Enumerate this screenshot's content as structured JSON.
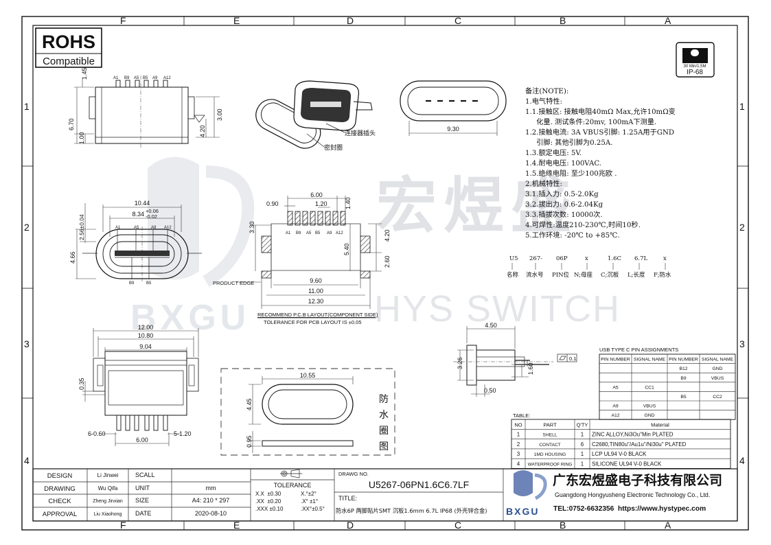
{
  "zones": {
    "cols": [
      "F",
      "E",
      "D",
      "C",
      "B",
      "A"
    ],
    "rows": [
      "1",
      "2",
      "3",
      "4"
    ]
  },
  "rohs": {
    "line1": "ROHS",
    "line2": "Compatible"
  },
  "ip_badge": {
    "top": "30 Min/1.5M",
    "bottom": "IP-68"
  },
  "watermark": {
    "cn": "宏煜盛",
    "en": "HYS SWITCH",
    "logo": "BXGU"
  },
  "top_view": {
    "pins": [
      "A1",
      "B9",
      "A5",
      "B5",
      "A9",
      "A12"
    ],
    "dims": {
      "d1_45": "1.45",
      "d6_70": "6.70",
      "d1_00": "1.00",
      "d3_00": "3.00",
      "d4_20": "4.20"
    }
  },
  "iso_view": {
    "label_connector": "连接器插头",
    "label_seal": "密封圈"
  },
  "end_view": {
    "width": "9.30"
  },
  "front_view": {
    "dims": {
      "w10_44": "10.44",
      "w8_34": "8.34",
      "tol_up": "+0.06",
      "tol_dn": "-0.02",
      "h2_56": "2.56±0.04",
      "h4_66": "4.66"
    },
    "pins_top": [
      "A1",
      "A5",
      "A9",
      "A12"
    ],
    "pins_bottom": [
      "B9",
      "B5"
    ]
  },
  "pcb_layout": {
    "dims": {
      "d6_00": "6.00",
      "d0_90": "0.90",
      "d1_20": "1.20",
      "d1_40": "1.40",
      "d3_30": "3.30",
      "d4_20": "4.20",
      "d5_40": "5.40",
      "d2_60": "2.60",
      "d9_60": "9.60",
      "d11_00": "11.00",
      "d12_30": "12.30"
    },
    "pins": [
      "A1",
      "B9",
      "A5",
      "B5",
      "A9",
      "A12"
    ],
    "product_edge": "PRODUCT EDGE",
    "title": "RECOMMEND P.C.B LAYOUT(COMPONENT SIDE)",
    "tolerance": "TOLERANCE FOR PCB LAYOUT IS ±0.05"
  },
  "notes": {
    "heading": "备注(NOTE):",
    "lines": [
      "1.电气特性:",
      "1.1.接触区: 接触电阻40mΩ Max,允许10mΩ变",
      "     化量. 测试条件:20mv, 100mA下测量.",
      "1.2.接触电流: 3A VBUS引脚: 1.25A用于GND",
      "     引脚: 其他引脚为0.25A.",
      "1.3.额定电压: 5V.",
      "1.4.耐电电压: 100VAC.",
      "1.5.绝缘电阻: 至少100兆欧 .",
      "2.机械特性:",
      "3.1.插入力: 0.5-2.0Kg",
      "3.2.拔出力: 0.6-2.04Kg",
      "3.3.插拔次数: 10000次.",
      "4.可焊性:温度210-230℃,时间10秒.",
      "5.工作环境: -20℃ to +85℃."
    ]
  },
  "part_code": {
    "codes": [
      "U5",
      "267-",
      "06P",
      "x",
      "1.6C",
      "6.7L",
      "x"
    ],
    "meanings": [
      "名称",
      "流水号",
      "PIN位",
      "N;母座",
      "C;沉板",
      "L;长度",
      "F;防水"
    ]
  },
  "bottom_view": {
    "dims": {
      "d12_00": "12.00",
      "d10_80": "10.80",
      "d9_04": "9.04",
      "d0_35": "0.35",
      "d6_060": "6-0.60",
      "d5_120": "5-1.20",
      "d6_00": "6.00"
    }
  },
  "seal_view": {
    "d10_55": "10.55",
    "d4_45": "4.45",
    "d0_95": "0.95",
    "label": [
      "防",
      "水",
      "圈",
      "图"
    ]
  },
  "side_view": {
    "d4_50": "4.50",
    "d3_26": "3.26",
    "d1_60": "1.60",
    "d0_50": "0.50",
    "flat": "0.1"
  },
  "pin_table": {
    "title": "USB TYPE C PIN ASSIGNMENTS",
    "headers": [
      "PIN NUMBER",
      "SIGNAL NAME",
      "PIN NUMBER",
      "SIGNAL NAME"
    ],
    "rows": [
      [
        "",
        "",
        "B12",
        "GND"
      ],
      [
        "",
        "",
        "B9",
        "VBUS"
      ],
      [
        "A5",
        "CC1",
        "",
        ""
      ],
      [
        "",
        "",
        "B5",
        "CC2"
      ],
      [
        "A9",
        "VBUS",
        "",
        ""
      ],
      [
        "A12",
        "GND",
        "",
        ""
      ]
    ]
  },
  "bom": {
    "title": "TABLE:",
    "headers": [
      "NO",
      "PART",
      "Q'TY",
      "Material"
    ],
    "rows": [
      [
        "1",
        "SHELL",
        "1",
        "ZINC ALLOY,Ni3Ou\"Min PLATED"
      ],
      [
        "2",
        "CONTACT",
        "6",
        "C2680,TIN80u\"/Au1u\"/Ni30u\" PLATED"
      ],
      [
        "3",
        "1MD HOUSING",
        "1",
        "LCP UL94 V-0 BLACK"
      ],
      [
        "4",
        "WATERPROOF RING",
        "1",
        "SILICONE UL94 V-0 BLACK"
      ]
    ]
  },
  "title_block": {
    "labels": [
      "DESIGN",
      "DRAWING",
      "CHECK",
      "APPROVAL"
    ],
    "names": [
      "Li Jinwei",
      "Wu Qifa",
      "Zheng Jinxian",
      "Liu Xiaohong"
    ],
    "fields": [
      "SCALL",
      "UNIT",
      "SIZE",
      "DATE"
    ],
    "values": [
      "",
      "mm",
      "A4: 210 * 297",
      "2020-08-10"
    ],
    "tolerance": {
      "heading": "TOLERANCE",
      "left": [
        "X.X  ±0.30",
        ".XX  ±0.20",
        ".XXX ±0.10"
      ],
      "right": [
        "X.°±2°",
        ".X° ±1°",
        ".XX°±0.5°"
      ]
    },
    "drawing_no_label": "DRAWG NO.",
    "drawing_no": "U5267-06PN1.6C6.7LF",
    "title_label": "TITLE:",
    "title": "防水6P 两脚贴片SMT 沉板1.6mm 6.7L IP68 (外壳锌合金)",
    "company_cn": "广东宏煜盛电子科技有限公司",
    "company_en": "Guangdong Hongyusheng Electronic Technology Co., Ltd.",
    "contact": "TEL:0752-6632356  https://www.hystypec.com",
    "logo_text": "BXGU"
  },
  "colors": {
    "line": "#111111",
    "watermark": "#c9ccd2",
    "hatch": "#555555"
  }
}
